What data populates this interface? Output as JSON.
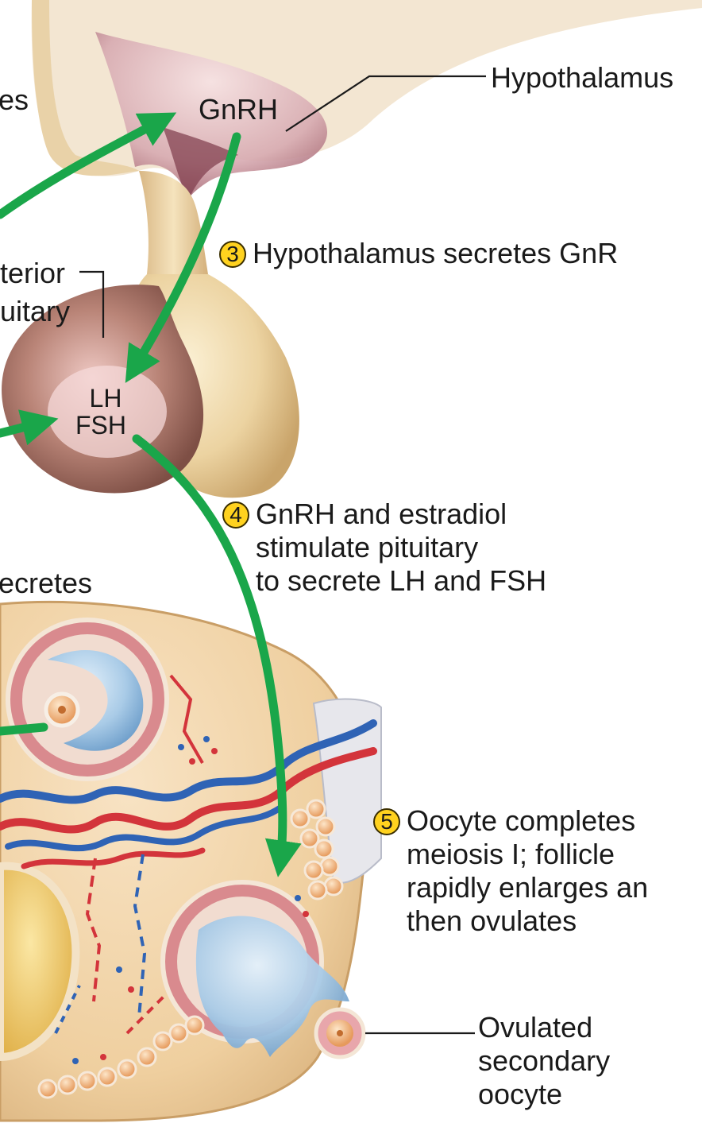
{
  "labels": {
    "hypothalamus": "Hypothalamus",
    "gnrh": "GnRH",
    "lh": "LH",
    "fsh": "FSH",
    "anterior_pituitary_line1": "terior",
    "anterior_pituitary_line2": "uitary",
    "left_fragment_top": "es",
    "left_fragment_secretes": "ecretes",
    "ovulated_oocyte": [
      "Ovulated",
      "secondary",
      "oocyte"
    ]
  },
  "steps": [
    {
      "number": "3",
      "lines": [
        "Hypothalamus secretes GnR"
      ]
    },
    {
      "number": "4",
      "lines": [
        "GnRH and estradiol",
        "stimulate pituitary",
        "to secrete LH and FSH"
      ]
    },
    {
      "number": "5",
      "lines": [
        "Oocyte completes",
        "meiosis I; follicle",
        "rapidly enlarges an",
        "then ovulates"
      ]
    }
  ],
  "colors": {
    "arrow": "#1aa64a",
    "badge": "#ffd21f",
    "pituitary_posterior": "#e9cf9e",
    "pituitary_anterior": "#9c6a5e",
    "ovary_tissue": "#f1d3a6",
    "follicle_ring": "#d98a8e",
    "antrum": "#a7cbe6",
    "artery": "#d3343b",
    "vein": "#2f63b5"
  }
}
